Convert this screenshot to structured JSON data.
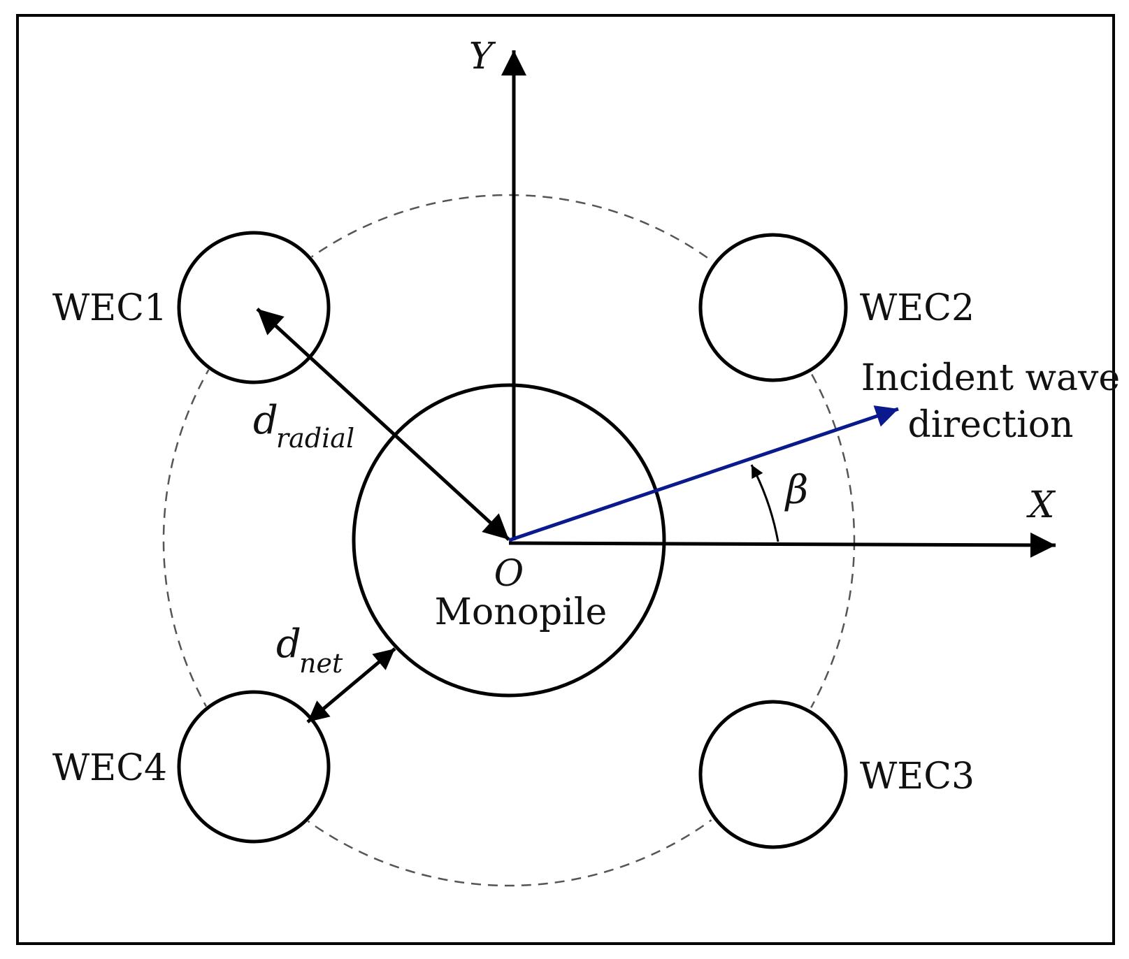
{
  "axes": {
    "x_label": "X",
    "y_label": "Y",
    "origin_label": "O"
  },
  "monopile": {
    "label": "Monopile"
  },
  "wecs": [
    {
      "label": "WEC1"
    },
    {
      "label": "WEC2"
    },
    {
      "label": "WEC3"
    },
    {
      "label": "WEC4"
    }
  ],
  "dimensions": {
    "radial": {
      "symbol": "d",
      "subscript": "radial"
    },
    "net": {
      "symbol": "d",
      "subscript": "net"
    }
  },
  "wave": {
    "label_line1": "Incident wave",
    "label_line2": "direction",
    "angle_symbol": "β",
    "color": "#0a1a8c"
  },
  "colors": {
    "stroke": "#000000",
    "dashed_circle": "#555555"
  }
}
